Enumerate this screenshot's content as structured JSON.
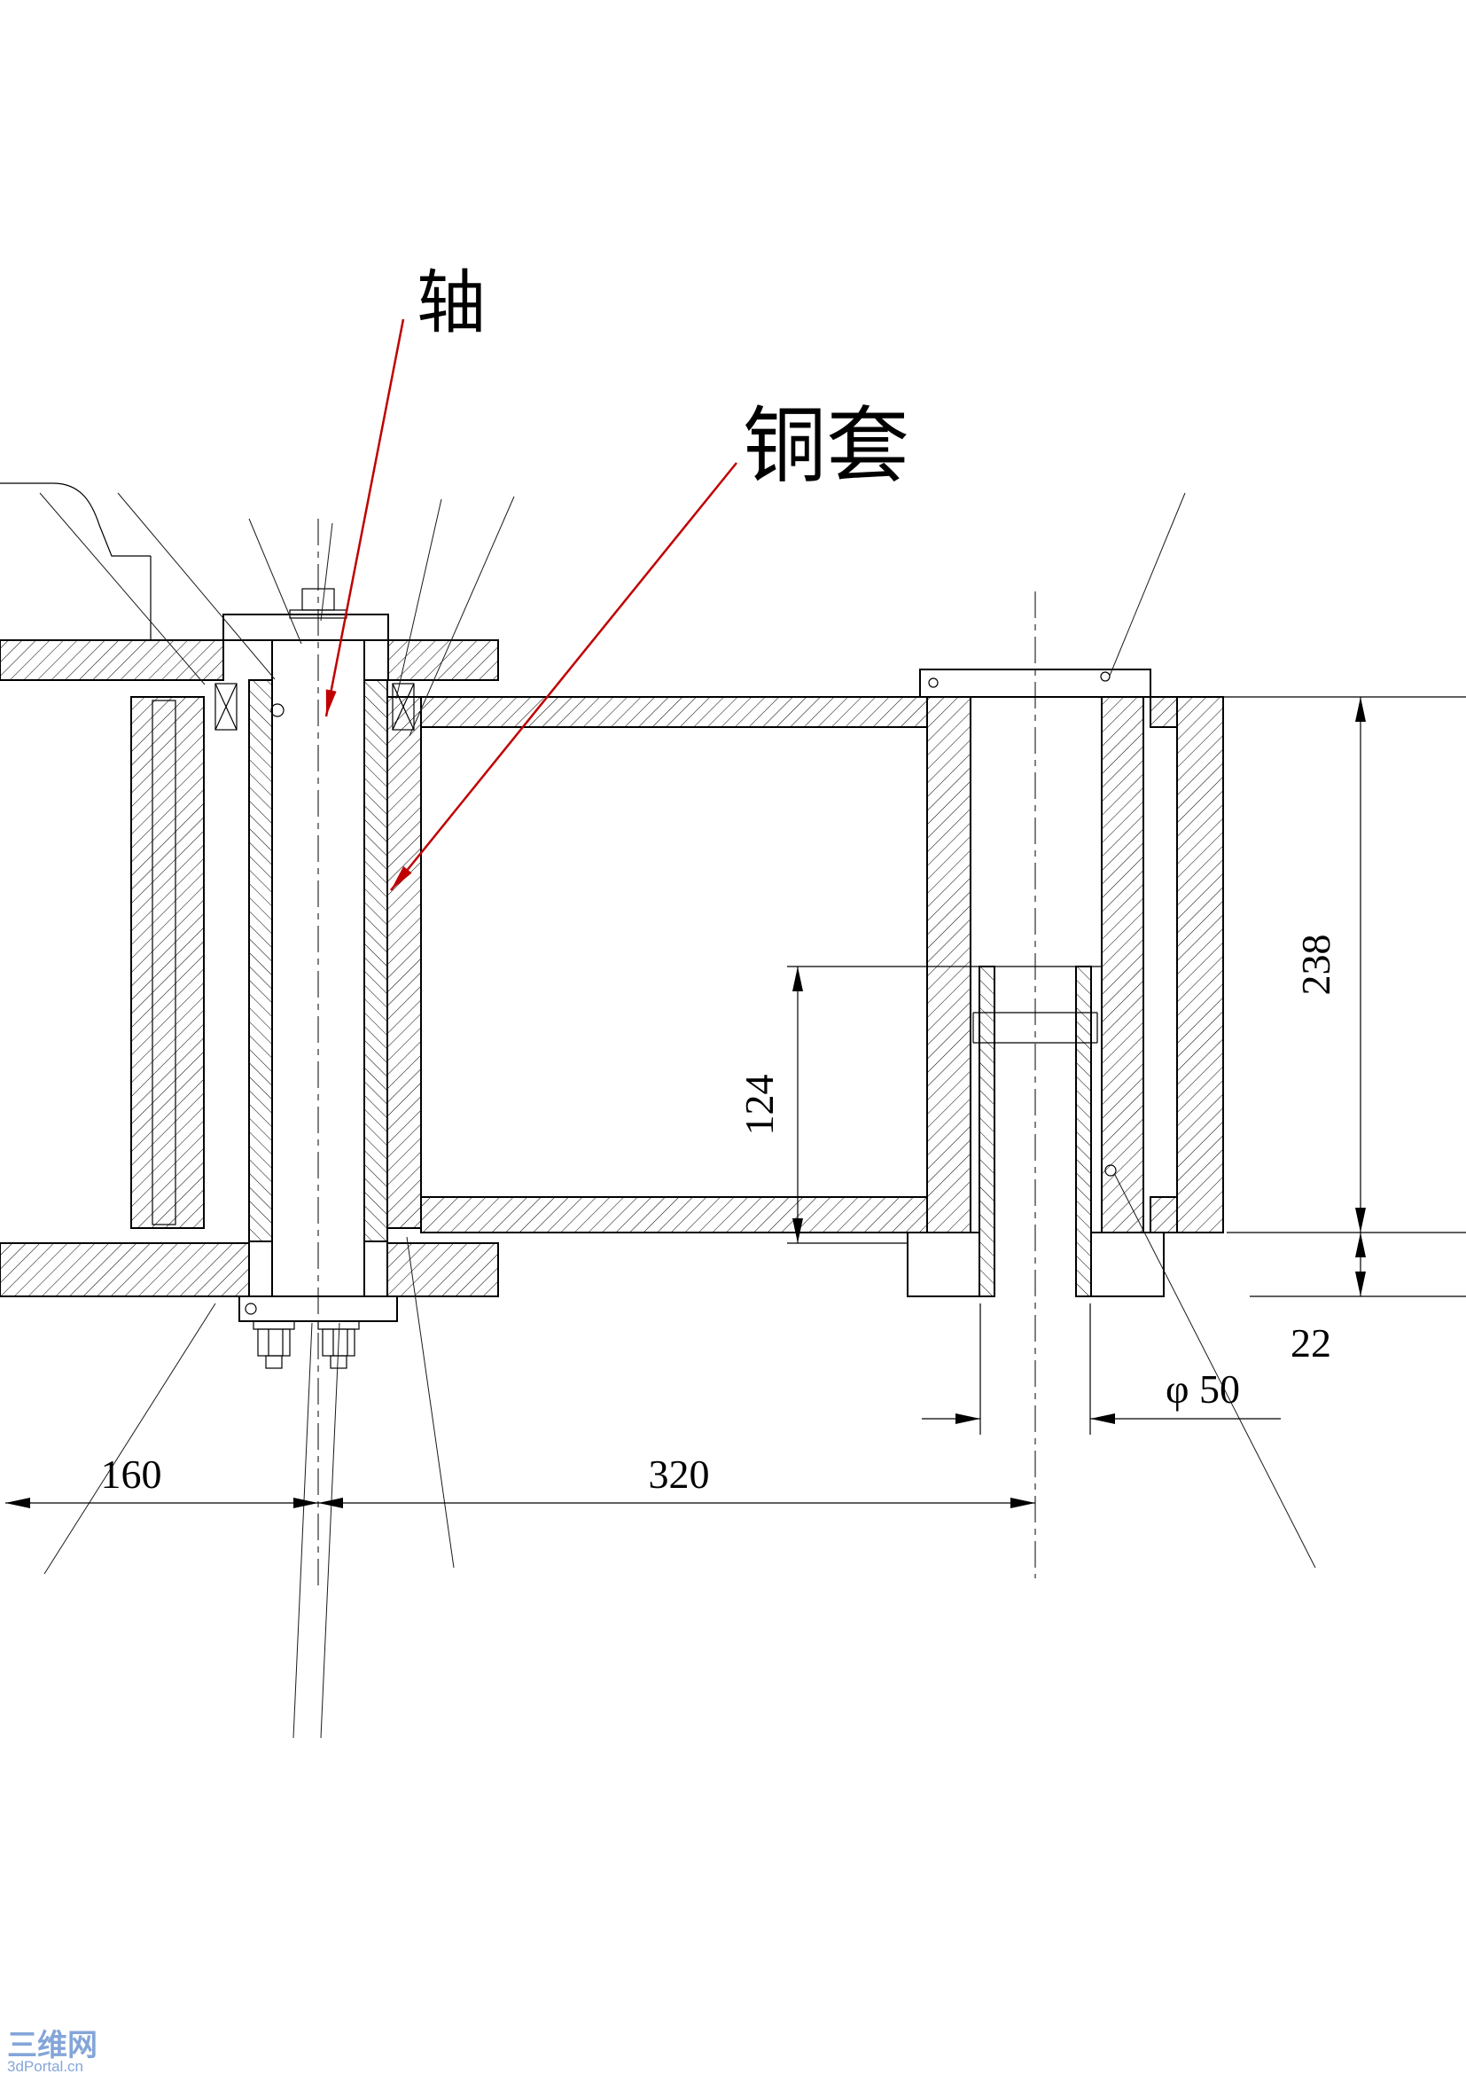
{
  "drawing": {
    "labels": {
      "shaft": "轴",
      "sleeve": "铜套"
    },
    "dimensions": {
      "width_left": "160",
      "width_center": "320",
      "height_inner": "124",
      "height_outer": "238",
      "plate_thickness": "22",
      "tube_diameter": "φ 50"
    },
    "colors": {
      "leader_red": "#c00000",
      "watermark_blue": "#6f96d2"
    },
    "watermark": {
      "title": "三维网",
      "subtitle": "3dPortal.cn"
    }
  }
}
